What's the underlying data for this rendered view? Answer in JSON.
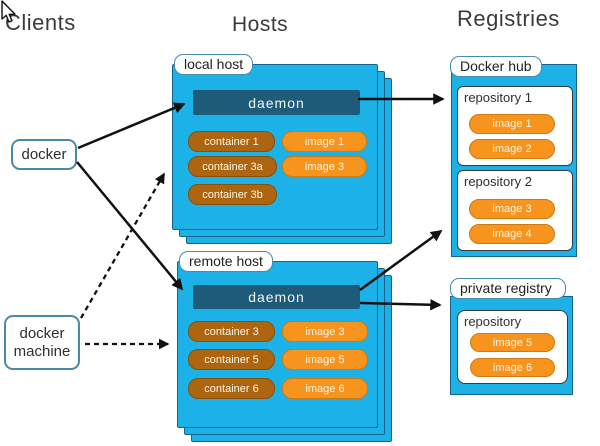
{
  "headers": {
    "clients": "Clients",
    "hosts": "Hosts",
    "registries": "Registries"
  },
  "clients": {
    "docker_label": "docker",
    "docker_machine_line1": "docker",
    "docker_machine_line2": "machine"
  },
  "hosts": {
    "local": {
      "label": "local host",
      "daemon": "daemon",
      "containers": [
        "container 1",
        "container 3a",
        "container 3b"
      ],
      "images": [
        "image 1",
        "image 3"
      ]
    },
    "remote": {
      "label": "remote host",
      "daemon": "daemon",
      "containers": [
        "container 3",
        "container 5",
        "container 6"
      ],
      "images": [
        "image 3",
        "image 5",
        "image 6"
      ]
    }
  },
  "registries": {
    "docker_hub": {
      "label": "Docker hub",
      "repositories": [
        {
          "name": "repository 1",
          "images": [
            "image 1",
            "image 2"
          ]
        },
        {
          "name": "repository 2",
          "images": [
            "image 3",
            "image 4"
          ]
        }
      ]
    },
    "private_registry": {
      "label": "private registry",
      "repository": {
        "name": "repository",
        "images": [
          "image 5",
          "image 6"
        ]
      }
    }
  },
  "colors": {
    "host_fill": "#1cb2e8",
    "host_border": "#17638c",
    "daemon_fill": "#1d5b78",
    "container_fill": "#ad660f",
    "image_fill": "#f7941e",
    "tag_border": "#4a8bb0",
    "arrow": "#111111",
    "header_text": "#3b3b3b"
  }
}
